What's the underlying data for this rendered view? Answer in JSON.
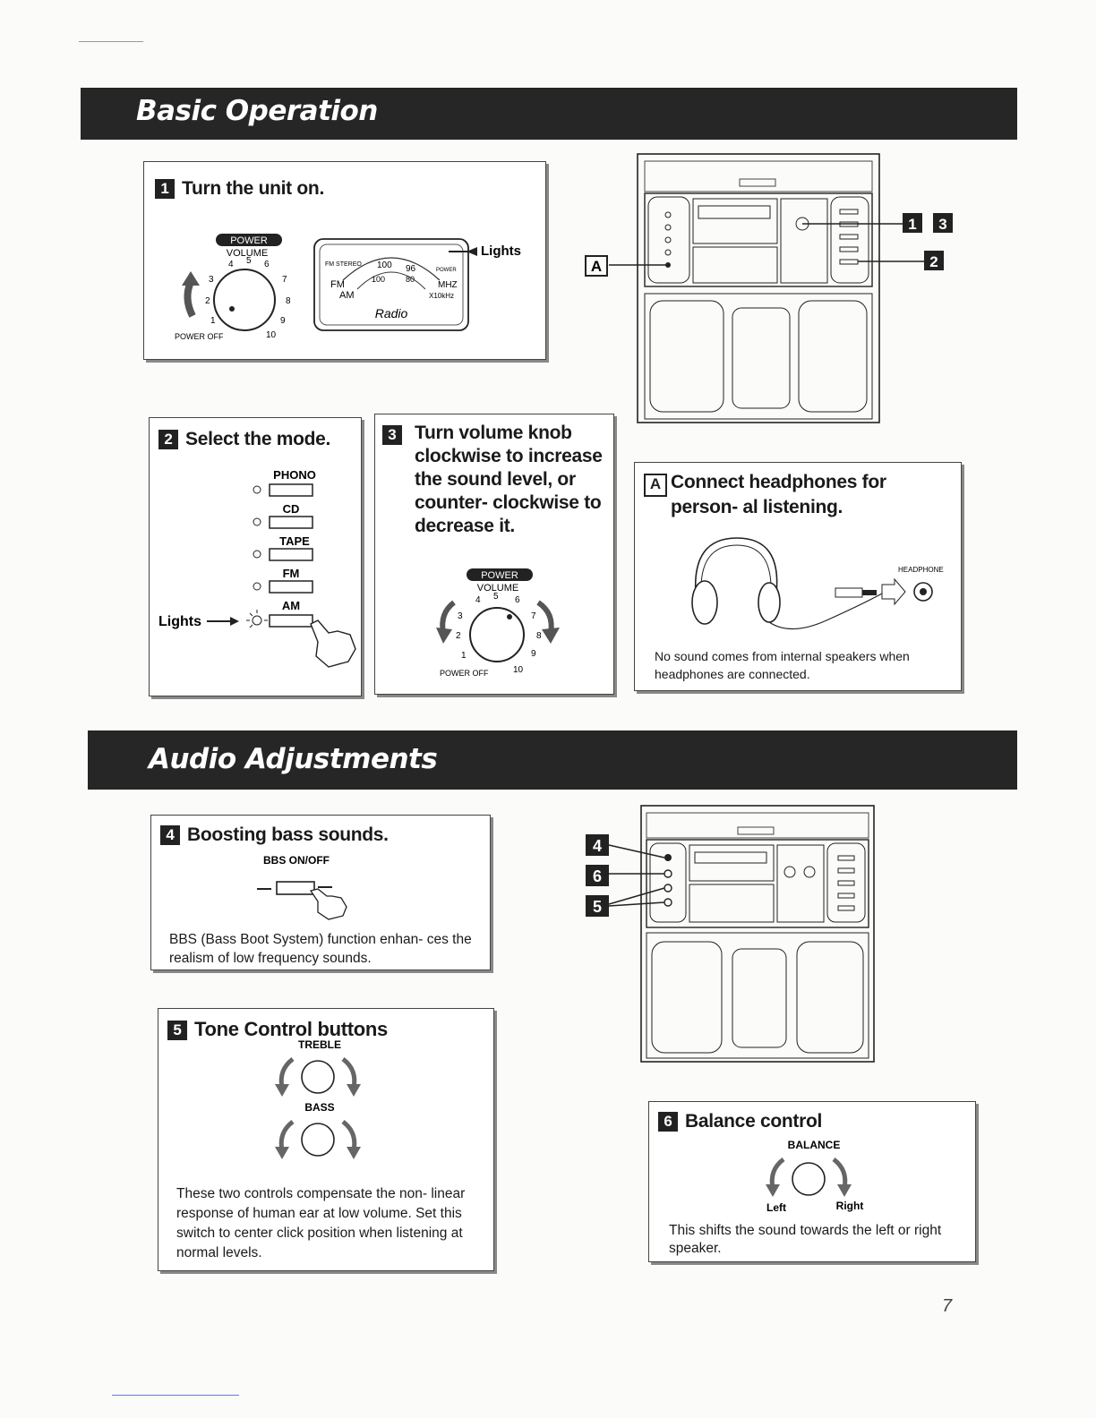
{
  "sections": {
    "basic_operation": "Basic Operation",
    "audio_adjustments": "Audio Adjustments"
  },
  "step1": {
    "num": "1",
    "title": "Turn the unit on.",
    "power_label": "POWER",
    "volume_label": "VOLUME",
    "power_off": "POWER OFF",
    "lights": "Lights",
    "radio_label": "Radio",
    "fm_stereo": "FM STEREO",
    "fm": "FM",
    "am": "AM",
    "mhz": "MHZ",
    "khz": "X10kHz",
    "power_small": "POWER"
  },
  "step2": {
    "num": "2",
    "title": "Select the mode.",
    "modes": [
      "PHONO",
      "CD",
      "TAPE",
      "FM",
      "AM"
    ],
    "lights": "Lights"
  },
  "step3": {
    "num": "3",
    "title": "Turn volume knob clockwise to increase the sound level, or counter- clockwise to decrease it.",
    "power_label": "POWER",
    "volume_label": "VOLUME",
    "power_off": "POWER OFF"
  },
  "stepA": {
    "num": "A",
    "title": "Connect headphones for person- al listening.",
    "headphone_label": "HEADPHONE",
    "note": "No sound comes from internal speakers when headphones are connected."
  },
  "diagram_top": {
    "callouts": [
      "1",
      "3",
      "2",
      "A"
    ]
  },
  "step4": {
    "num": "4",
    "title": "Boosting bass sounds.",
    "bbs_label": "BBS ON/OFF",
    "text": "BBS (Bass Boot System) function enhan- ces the realism of low frequency sounds."
  },
  "step5": {
    "num": "5",
    "title": "Tone Control buttons",
    "treble": "TREBLE",
    "bass": "BASS",
    "text": "These two controls compensate the non- linear response of human ear at low volume. Set this switch to center click position when listening at normal levels."
  },
  "diagram_bottom": {
    "callouts": [
      "4",
      "6",
      "5"
    ]
  },
  "step6": {
    "num": "6",
    "title": "Balance control",
    "balance": "BALANCE",
    "left": "Left",
    "right": "Right",
    "text": "This shifts the sound towards the left or right speaker."
  },
  "page_number": "7"
}
